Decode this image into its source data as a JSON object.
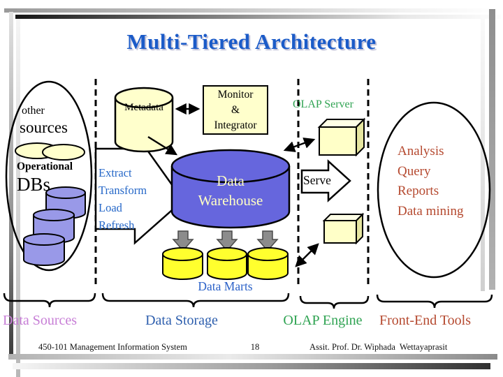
{
  "slide": {
    "title": "Multi-Tiered Architecture",
    "source_group": {
      "other": "other",
      "sources": "sources",
      "operational": "Operational",
      "dbs": "DBs"
    },
    "metadata_label": "Metadata",
    "monitor_box": {
      "line1": "Monitor",
      "line2": "&",
      "line3": "Integrator"
    },
    "etl": {
      "lines": [
        "Extract",
        "Transform",
        "Load",
        "Refresh"
      ]
    },
    "warehouse": {
      "line1": "Data",
      "line2": "Warehouse"
    },
    "olap_server_label": "OLAP Server",
    "serve_label": "Serve",
    "frontend_activities": {
      "lines": [
        "Analysis",
        "Query",
        "Reports",
        "Data mining"
      ]
    },
    "data_marts_label": "Data Marts",
    "tiers": {
      "sources": "Data Sources",
      "storage": "Data Storage",
      "engine": "OLAP Engine",
      "tools": "Front-End Tools"
    },
    "footer": {
      "course": "450-101 Management Information System",
      "page": "18",
      "author": "Assit. Prof. Dr. Wiphada  Wettayaprasit"
    },
    "colors": {
      "title_blue": "#1b5bc8",
      "etl_blue": "#2668c8",
      "storage_blue": "#2e5fae",
      "olap_green": "#2fa352",
      "frontend_rust": "#b5492f",
      "sources_violet": "#c77ed6",
      "warehouse_fill": "#6666dd",
      "warehouse_text": "#ffffc4",
      "cream_fill": "#ffffcc",
      "marts_yellow": "#ffff2e",
      "operational_purple": "#9999e8",
      "gray_arrow": "#8c8c8c"
    }
  }
}
